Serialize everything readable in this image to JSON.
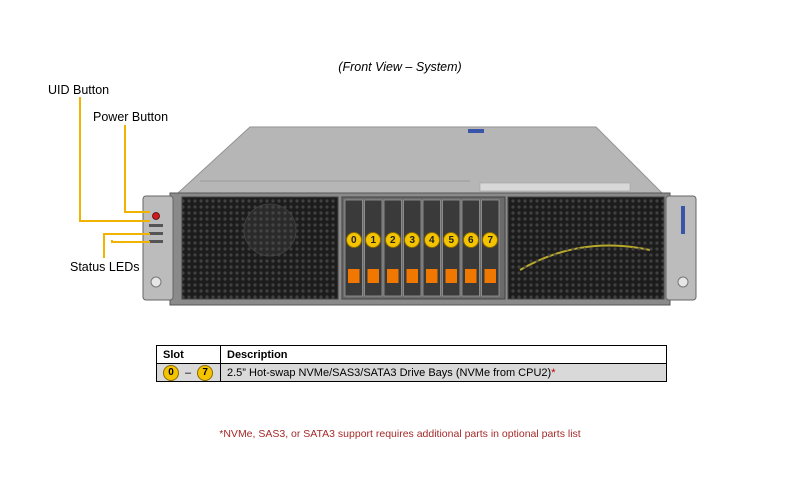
{
  "title": "(Front View – System)",
  "callouts": {
    "uid_button": "UID Button",
    "power_button": "Power Button",
    "status_leds": "Status LEDs"
  },
  "drive_bays": [
    "0",
    "1",
    "2",
    "3",
    "4",
    "5",
    "6",
    "7"
  ],
  "table": {
    "headers": {
      "slot": "Slot",
      "description": "Description"
    },
    "row": {
      "slot_from": "0",
      "dash": "–",
      "slot_to": "7",
      "description": "2.5” Hot-swap NVMe/SAS3/SATA3 Drive Bays (NVMe from CPU2)",
      "asterisk": "*"
    }
  },
  "footnote": "*NVMe, SAS3, or SATA3 support requires additional parts in optional parts list",
  "colors": {
    "badge": "#f5c400",
    "leader_line": "#f0b400",
    "footnote": "#a52a2a",
    "drive_latch": "#f07800"
  }
}
